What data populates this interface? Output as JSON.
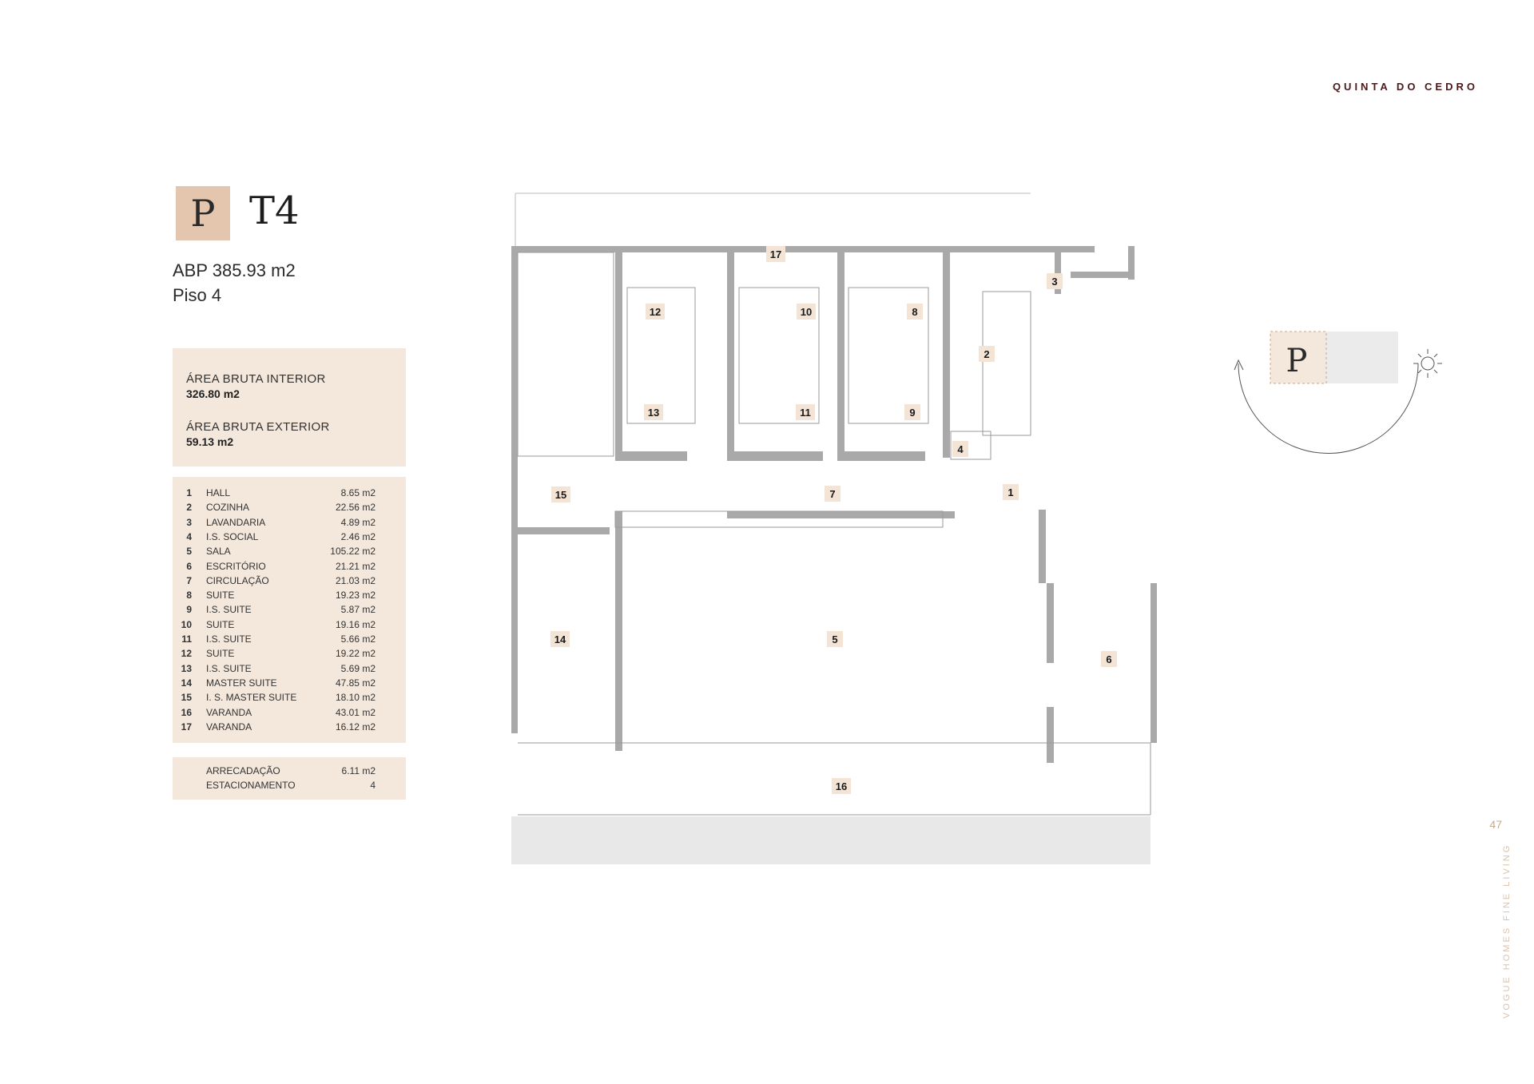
{
  "brand": "QUINTA DO CEDRO",
  "badge_letter": "P",
  "unit_type": "T4",
  "abp": "ABP 385.93 m2",
  "floor": "Piso 4",
  "areas": {
    "interior_label": "ÁREA BRUTA INTERIOR",
    "interior_value": "326.80 m2",
    "exterior_label": "ÁREA BRUTA EXTERIOR",
    "exterior_value": "59.13 m2"
  },
  "rooms": [
    {
      "n": "1",
      "name": "HALL",
      "area": "8.65 m2"
    },
    {
      "n": "2",
      "name": "COZINHA",
      "area": "22.56 m2"
    },
    {
      "n": "3",
      "name": "LAVANDARIA",
      "area": "4.89 m2"
    },
    {
      "n": "4",
      "name": "I.S. SOCIAL",
      "area": "2.46 m2"
    },
    {
      "n": "5",
      "name": "SALA",
      "area": "105.22 m2"
    },
    {
      "n": "6",
      "name": "ESCRITÓRIO",
      "area": "21.21 m2"
    },
    {
      "n": "7",
      "name": "CIRCULAÇÃO",
      "area": "21.03 m2"
    },
    {
      "n": "8",
      "name": "SUITE",
      "area": "19.23 m2"
    },
    {
      "n": "9",
      "name": "I.S. SUITE",
      "area": "5.87 m2"
    },
    {
      "n": "10",
      "name": "SUITE",
      "area": "19.16 m2"
    },
    {
      "n": "11",
      "name": "I.S. SUITE",
      "area": "5.66 m2"
    },
    {
      "n": "12",
      "name": "SUITE",
      "area": "19.22 m2"
    },
    {
      "n": "13",
      "name": "I.S. SUITE",
      "area": "5.69 m2"
    },
    {
      "n": "14",
      "name": "MASTER SUITE",
      "area": "47.85 m2"
    },
    {
      "n": "15",
      "name": "I. S. MASTER SUITE",
      "area": "18.10 m2"
    },
    {
      "n": "16",
      "name": "VARANDA",
      "area": "43.01 m2"
    },
    {
      "n": "17",
      "name": "VARANDA",
      "area": "16.12 m2"
    }
  ],
  "extras": [
    {
      "name": "ARRECADAÇÃO",
      "value": "6.11 m2"
    },
    {
      "name": "ESTACIONAMENTO",
      "value": "4"
    }
  ],
  "compass_letter": "P",
  "page_number": "47",
  "vertical_text": "VOGUE HOMES FINE LIVING",
  "colors": {
    "accent": "#e3c6ad",
    "panel": "#f4e8dc",
    "brand": "#4a1a1a",
    "wall": "#a9a9a9"
  }
}
